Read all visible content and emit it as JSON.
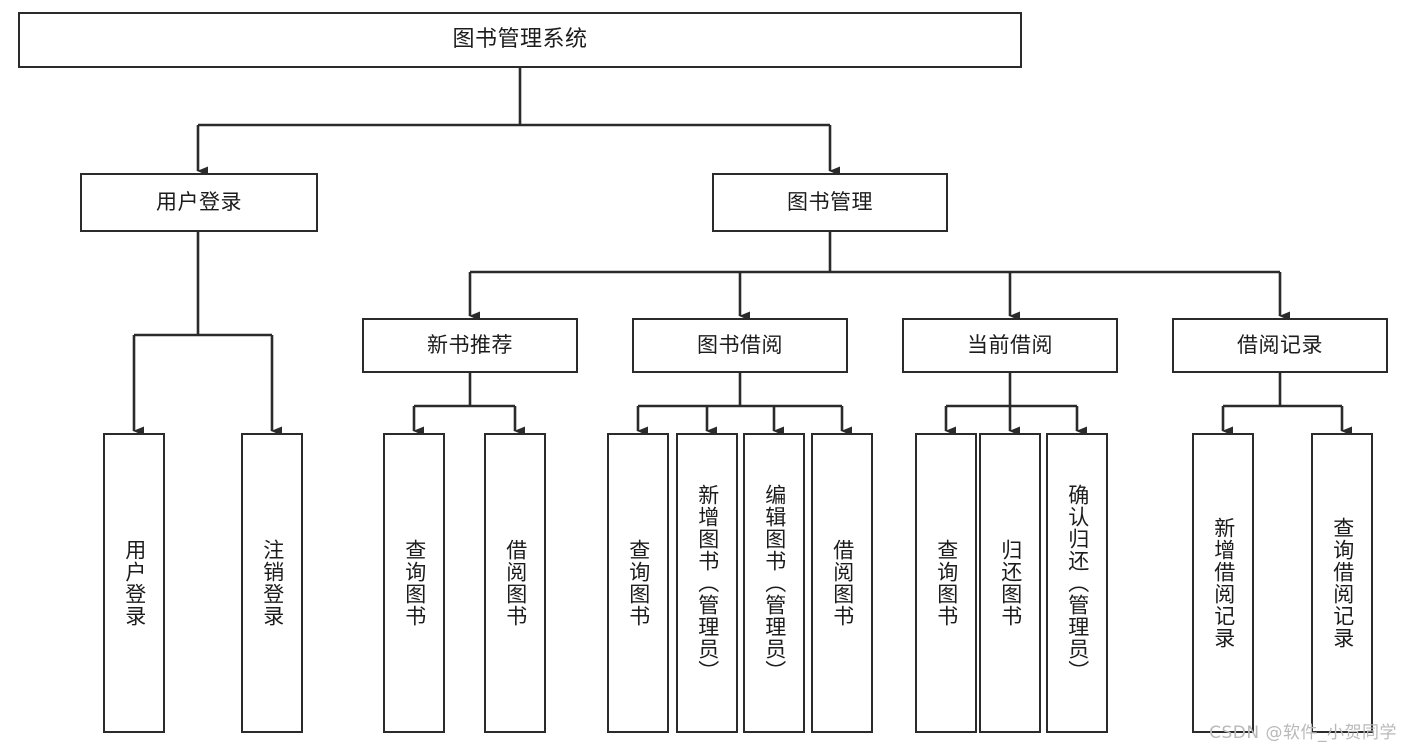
{
  "diagram": {
    "title": "图书管理系统",
    "type": "tree-hierarchy",
    "watermark": "CSDN @软件_小贺同学",
    "colors": {
      "stroke": "#2b2b2b",
      "fill": "#ffffff",
      "text": "#1c1c1c",
      "watermark": "#b9b9b9"
    },
    "root": {
      "label": "图书管理系统"
    },
    "level2": [
      {
        "label": "用户登录"
      },
      {
        "label": "图书管理"
      }
    ],
    "level3": [
      {
        "label": "新书推荐"
      },
      {
        "label": "图书借阅"
      },
      {
        "label": "当前借阅"
      },
      {
        "label": "借阅记录"
      }
    ],
    "leaves": {
      "user_login": [
        {
          "label": "用户登录"
        },
        {
          "label": "注销登录"
        }
      ],
      "new_book": [
        {
          "label": "查询图书"
        },
        {
          "label": "借阅图书"
        }
      ],
      "book_borrow": [
        {
          "label": "查询图书"
        },
        {
          "label": "新增图书（管理员）"
        },
        {
          "label": "编辑图书（管理员）"
        },
        {
          "label": "借阅图书"
        }
      ],
      "current_borrow": [
        {
          "label": "查询图书"
        },
        {
          "label": "归还图书"
        },
        {
          "label": "确认归还（管理员）"
        }
      ],
      "borrow_record": [
        {
          "label": "新增借阅记录"
        },
        {
          "label": "查询借阅记录"
        }
      ]
    }
  }
}
